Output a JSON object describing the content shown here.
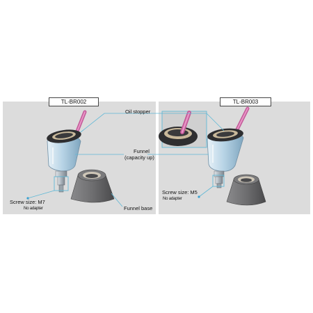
{
  "models": {
    "left": "TL-BR002",
    "right": "TL-BR003"
  },
  "callouts": {
    "oil_stopper": "Oil stopper",
    "funnel_line1": "Funnel",
    "funnel_line2": "(capacity up)",
    "funnel_base": "Funnel base"
  },
  "left_spec": {
    "screw": "Screw size: M7",
    "adapter": "No adapter"
  },
  "right_spec": {
    "screw": "Screw size: M5",
    "adapter": "No adapter"
  },
  "colors": {
    "panel_bg": "#dcdcdc",
    "callout_line": "#5fb8d6",
    "funnel_glass": "#b8d4e6",
    "base_gray": "#6e6e70",
    "stopper_dark": "#2e2e30",
    "stopper_tan": "#c8b89a",
    "rod_pink": "#d070a8"
  }
}
